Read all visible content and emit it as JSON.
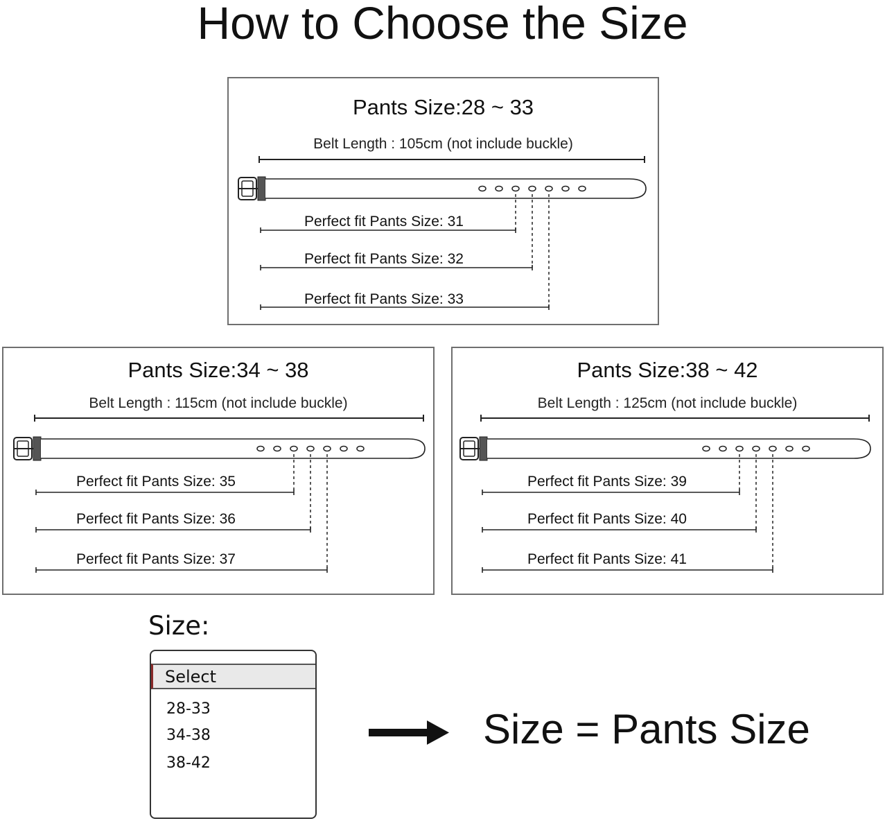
{
  "title": "How to Choose the Size",
  "panels": [
    {
      "heading": "Pants Size:28 ~ 33",
      "belt_length": "Belt Length : 105cm (not include buckle)",
      "fits": [
        "Perfect fit Pants Size: 31",
        "Perfect fit Pants Size: 32",
        "Perfect fit Pants Size: 33"
      ]
    },
    {
      "heading": "Pants Size:34 ~ 38",
      "belt_length": "Belt Length : 115cm (not include buckle)",
      "fits": [
        "Perfect fit Pants Size: 35",
        "Perfect fit Pants Size: 36",
        "Perfect fit Pants Size: 37"
      ]
    },
    {
      "heading": "Pants Size:38 ~ 42",
      "belt_length": "Belt Length : 125cm (not include buckle)",
      "fits": [
        "Perfect fit Pants Size: 39",
        "Perfect fit Pants Size: 40",
        "Perfect fit Pants Size: 41"
      ]
    }
  ],
  "size_selector": {
    "label": "Size:",
    "selected": "Select",
    "options": [
      "28-33",
      "34-38",
      "38-42"
    ]
  },
  "equation": "Size = Pants Size",
  "icons": {
    "belt": "belt-icon",
    "buckle": "buckle-icon",
    "arrow": "right-arrow-icon"
  }
}
